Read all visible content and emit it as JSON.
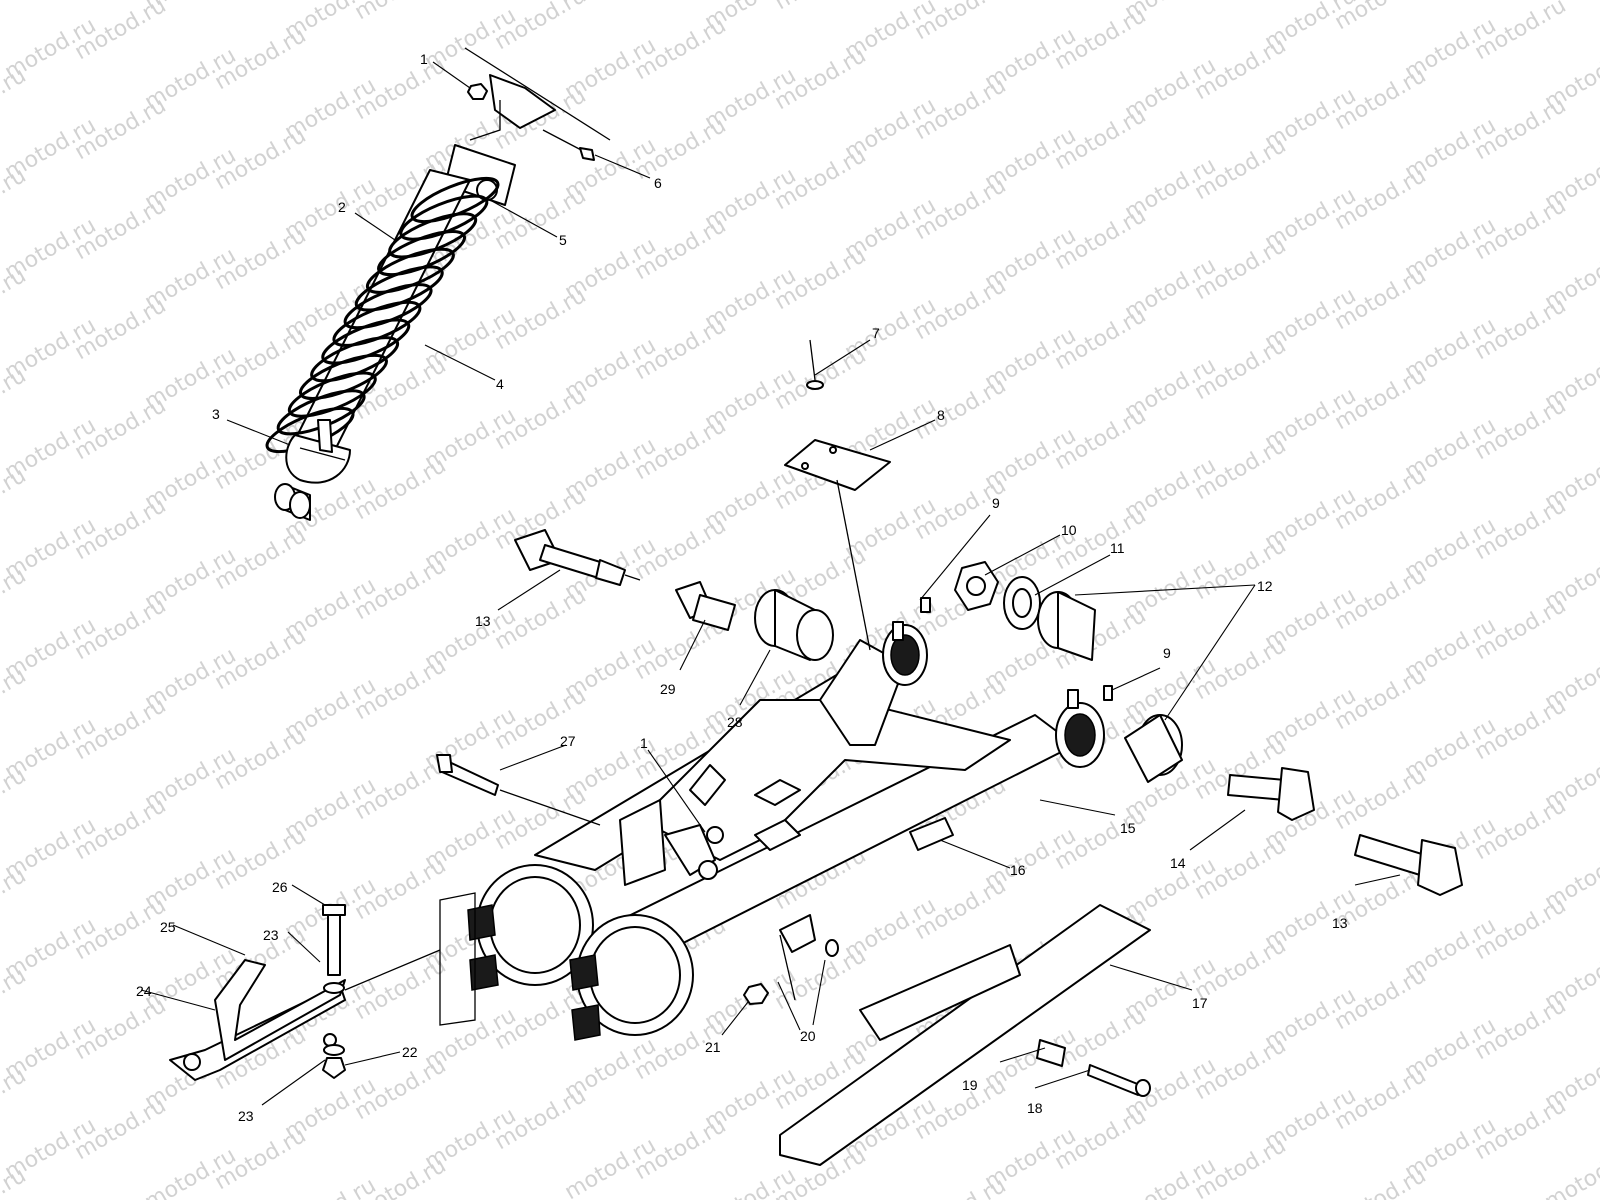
{
  "watermark": {
    "text": "motod.ru",
    "color": "#d2d2d2"
  },
  "callouts": {
    "c1a": "1",
    "c1b": "1",
    "c2": "2",
    "c3": "3",
    "c4": "4",
    "c5": "5",
    "c6": "6",
    "c7": "7",
    "c8": "8",
    "c9a": "9",
    "c9b": "9",
    "c10": "10",
    "c11": "11",
    "c12": "12",
    "c13a": "13",
    "c13b": "13",
    "c14": "14",
    "c15": "15",
    "c16": "16",
    "c17": "17",
    "c18": "18",
    "c19": "19",
    "c20": "20",
    "c21": "21",
    "c22": "22",
    "c23a": "23",
    "c23b": "23",
    "c24": "24",
    "c25": "25",
    "c26": "26",
    "c27": "27",
    "c28": "28",
    "c29": "29"
  }
}
